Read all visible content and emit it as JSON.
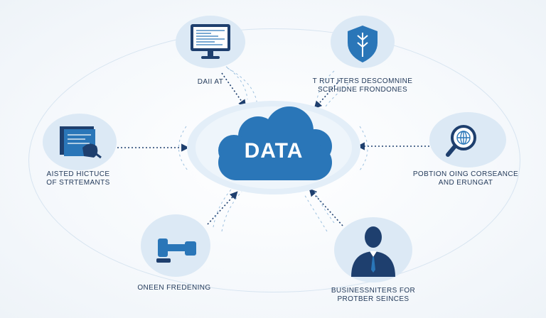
{
  "center": {
    "label": "DATA",
    "color": "#2a76b8"
  },
  "nodes": [
    {
      "id": "top-left",
      "label_lines": [
        "DAII AT"
      ],
      "icon": "monitor-icon"
    },
    {
      "id": "top-right",
      "label_lines": [
        "T RUT ITERS DESCOMNINE",
        "SCRHIDNE FRONDONES"
      ],
      "icon": "shield-icon"
    },
    {
      "id": "left",
      "label_lines": [
        "AISTED HICTUCE",
        "OF STRTEMANTS"
      ],
      "icon": "documents-icon"
    },
    {
      "id": "right",
      "label_lines": [
        "POBTION OING CORSEANCE",
        "AND ERUNGAT"
      ],
      "icon": "magnifier-icon"
    },
    {
      "id": "bottom-left",
      "label_lines": [
        "ONEEN FREDENING"
      ],
      "icon": "gavel-icon"
    },
    {
      "id": "bottom-right",
      "label_lines": [
        "BUSINESSNITERS FOR",
        "PROTBER SEINCES"
      ],
      "icon": "person-icon"
    }
  ],
  "colors": {
    "accent": "#2a76b8",
    "dark": "#1e3f6e",
    "circle": "#dce9f5",
    "cloud_halo": "#e3eef8",
    "label": "#233a5a"
  }
}
